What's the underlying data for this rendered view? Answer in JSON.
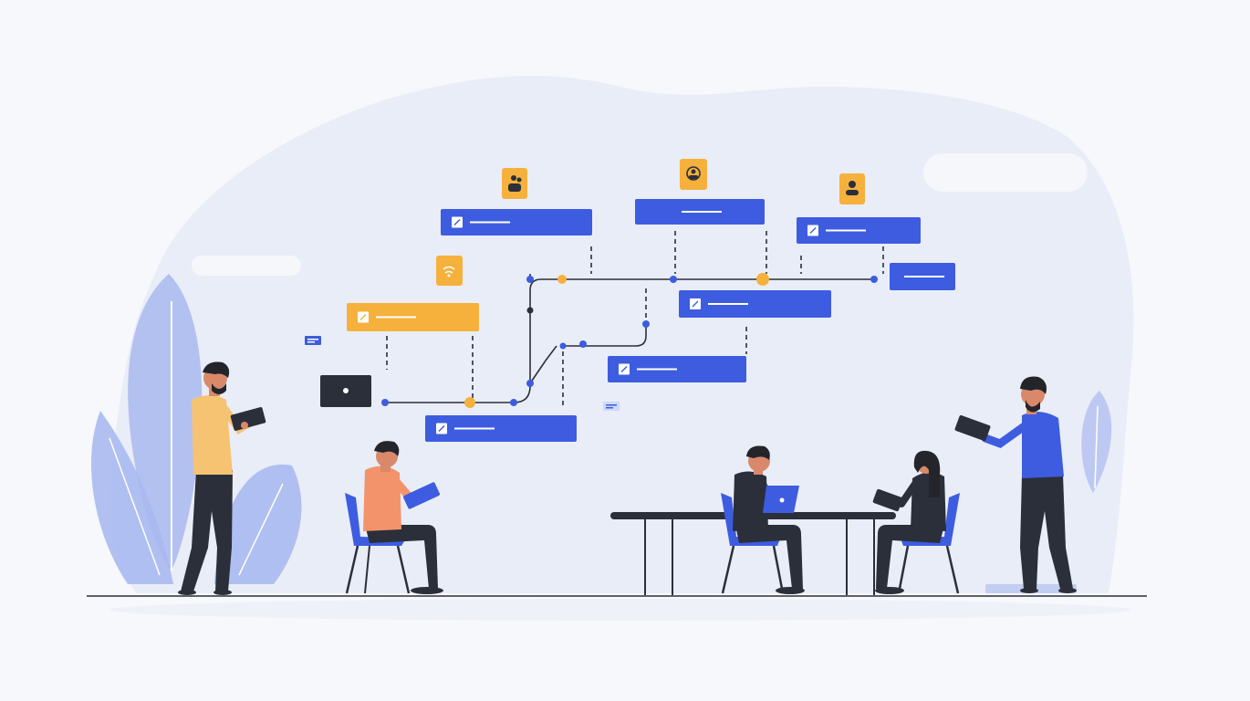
{
  "colors": {
    "background": "#f7f8fc",
    "blob": "#e9edf7",
    "cloud": "#f5f7fb",
    "blue": "#3d5ce0",
    "blue_light": "#a9b9ef",
    "orange": "#f5b13c",
    "dark": "#2b2f3a",
    "skin": "#d9896a",
    "yellow_shirt": "#f6c373",
    "salmon_shirt": "#f3936b",
    "hair": "#24252b",
    "line": "#2b2f3a",
    "white": "#ffffff"
  },
  "icons": [
    "people-icon",
    "user-badge-icon",
    "user-icon",
    "wifi-icon",
    "edit-icon",
    "laptop-icon",
    "tag-icon"
  ],
  "illustration": {
    "cards": [
      {
        "name": "card-top-left",
        "color": "blue",
        "icon": "edit-icon"
      },
      {
        "name": "card-top-center",
        "color": "blue",
        "icon": ""
      },
      {
        "name": "card-top-right",
        "color": "blue",
        "icon": "heart-icon"
      },
      {
        "name": "card-far-right",
        "color": "blue",
        "icon": ""
      },
      {
        "name": "card-orange",
        "color": "orange",
        "icon": "edit-icon"
      },
      {
        "name": "card-mid-right",
        "color": "blue",
        "icon": "edit-icon"
      },
      {
        "name": "card-mid-center",
        "color": "blue",
        "icon": "edit-icon"
      },
      {
        "name": "card-bottom",
        "color": "blue",
        "icon": "edit-icon"
      }
    ],
    "people": [
      "standing-man-left",
      "seated-man-left",
      "seated-man-table",
      "seated-woman-table",
      "standing-man-right"
    ]
  }
}
